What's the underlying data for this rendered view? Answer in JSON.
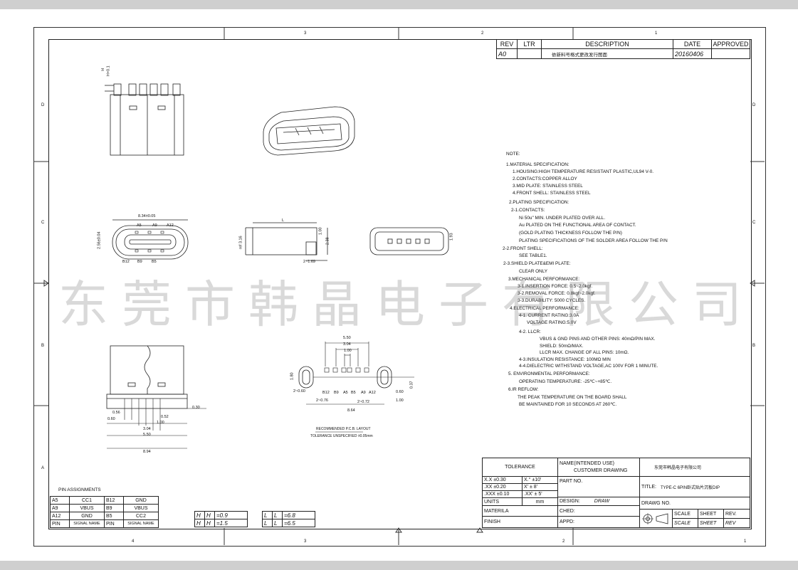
{
  "revision_table": {
    "headers": {
      "rev": "REV",
      "ltr": "LTR",
      "description": "DESCRIPTION",
      "date": "DATE",
      "approved": "APPROVED"
    },
    "row": {
      "rev": "A0",
      "ltr": "",
      "description": "依新料号格式更改发行图面",
      "date": "20160406",
      "approved": ""
    }
  },
  "zone_labels": {
    "top": [
      "3",
      "2",
      "1"
    ],
    "bottom": [
      "4",
      "3",
      "2",
      "1"
    ],
    "left": [
      "D",
      "C",
      "B",
      "A"
    ],
    "right": [
      "D",
      "C",
      "B"
    ]
  },
  "watermark": "东莞市韩晶电子有限公司",
  "notes": [
    "NOTE:",
    "1.MATERIAL SPECIFICATION:",
    "1.HOUSING:HIGH TEMPERATURE RESISTANT PLASTIC,UL94 V-0.",
    "2.CONTACTS:COPPER ALLOY",
    "3.MID PLATE: STAINLESS STEEL",
    "4.FRONT SHELL: STAINLESS STEEL",
    "2.PLATING SPECIFICATION:",
    "2-1.CONTACTS:",
    "Ni 50u\" MIN. UNDER PLATED OVER ALL.",
    "Au PLATED ON THE FUNCTIONAL AREA OF CONTACT.",
    "(GOLD PLATING THICKNESS FOLLOW THE P/N)",
    "PLATING SPECIFICATIONS OF THE SOLDER AREA FOLLOW THE P/N",
    "2-2.FRONT SHELL:",
    "SEE TABLE1.",
    "2-3.SHIELD PLATE&EMI PLATE:",
    "CLEAR ONLY",
    "3.MECHANICAL PERFORMANCE:",
    "3-1.INSERTION FORCE: 0.5~2.0kgf.",
    "3-2.REMOVAL FORCE: 0.8kgf~2.0kgf.",
    "3-3.DURABILITY: 5000 CYCLES.",
    "4.ELECTRICAL PERFORMANCE:",
    "4-1. CURRENT RATING:3.0A",
    "VOLTAGE RATING:5.0V",
    "4-2. LLCR:",
    "VBUS & GND PINS AND OTHER PINS: 40mΩ/PIN MAX.",
    "SHIELD: 50mΩ/MAX.",
    "LLCR MAX. CHANGE OF ALL PINS: 10mΩ.",
    "4-3.INSULATION RESISTANCE: 100MΩ MIN",
    "4-4.DIELECTRIC WITHSTAND VOLTAGE,AC 100V FOR 1 MINUTE.",
    "5. ENVIRONMENTAL PERFORMANCE:",
    "OPERATING TEMPERATURE: -25℃~+85℃.",
    "6.IR REFLOW:",
    "THE PEAK TEMPERATURE ON THE BOARD SHALL",
    "BE MAINTAINED FOR 10 SECONDS AT 260℃."
  ],
  "pin_assignments": {
    "title": "PIN ASSIGNMENTS",
    "rows": [
      [
        "A5",
        "CC1",
        "B12",
        "GND"
      ],
      [
        "A9",
        "VBUS",
        "B9",
        "VBUS"
      ],
      [
        "A12",
        "GND",
        "B5",
        "CC2"
      ],
      [
        "PIN",
        "SIGNAL NAME",
        "PIN",
        "SIGNAL NAME"
      ]
    ]
  },
  "variant_h": {
    "r1": [
      "H",
      "H",
      "=0.9"
    ],
    "r2": [
      "H",
      "H",
      "=1.5"
    ]
  },
  "variant_l": {
    "r1": [
      "L",
      "L",
      "=6.8"
    ],
    "r2": [
      "L",
      "L",
      "=6.5"
    ]
  },
  "title_block": {
    "tolerance": "TOLERANCE",
    "tol_rows": [
      [
        "X.X  ±0.30",
        "X.°  ±10'"
      ],
      [
        ".XX  ±0.20",
        "X'  ± 8'"
      ],
      [
        ".XXX ±0.10",
        ".XX' ± 5'"
      ]
    ],
    "units_label": "UNITS",
    "units_value": "mm",
    "materila": "MATERILA",
    "finish": "FINISH",
    "name_label": "NAME(INTENDED USE)",
    "name_value": "CUSTOMER DRAWING",
    "part_no": "PART NO.",
    "design_label": "DESIGN:",
    "design_value": "DRAW",
    "ched": "CHED:",
    "appd": "APPD:",
    "company": "东莞市韩晶电子有限公司",
    "title_label": "TITLE:",
    "title_value": "TYPE-C 6PIN卧式贴片沉板DIP",
    "drawing_no": "DRAWG NO.",
    "scale_label": "SCALE",
    "sheet_label": "SHEET",
    "rev_label": "REV.",
    "scale_value": "SCALE",
    "sheet_value": "SHEET",
    "rev_value": "REV"
  },
  "dims": {
    "top_h": "H",
    "top_h_val": "H+0.1",
    "front_width": "8.34±0.05",
    "front_height": "2.56±0.04",
    "front_pins_top": [
      "A5",
      "A9",
      "A12"
    ],
    "front_pins_bottom": [
      "B12",
      "B9",
      "B5"
    ],
    "side_l": "L",
    "side_h1": "ref 3.16",
    "side_h2": "2.38",
    "side_h3": "1.00",
    "side_l2": "2~1.69",
    "rear_dim": "1.93",
    "pcb_top": [
      "5.50",
      "3.04",
      "1.00"
    ],
    "pcb_left": "1.80",
    "pcb_left2": "2~0.60",
    "pcb_left3": "2~0.76",
    "pcb_pins": [
      "B12",
      "B9",
      "A5",
      "B5",
      "A9",
      "A12"
    ],
    "pcb_mid": "2~0.72",
    "pcb_bottom": "8.64",
    "pcb_right1": "0.60",
    "pcb_right2": "1.00",
    "pcb_right3": "0.37",
    "pcb_caption1": "RECOMMENDED P.C.B. LAYOUT",
    "pcb_caption2": "TOLERANCE UNSPECIFIED ±0.05mm",
    "bottom_dims": [
      "0.56",
      "0.60",
      "0.52",
      "1.00",
      "3.04",
      "5.50",
      "8.94",
      "0.30"
    ]
  }
}
